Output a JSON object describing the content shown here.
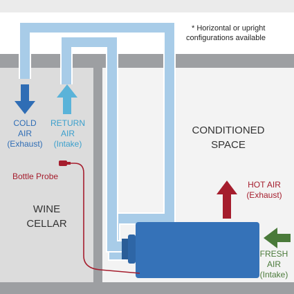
{
  "note": {
    "line1": "* Horizontal or upright",
    "line2": "configurations available"
  },
  "labels": {
    "cold_air": {
      "line1": "COLD",
      "line2": "AIR",
      "line3": "(Exhaust)"
    },
    "return_air": {
      "line1": "RETURN",
      "line2": "AIR",
      "line3": "(Intake)"
    },
    "bottle_probe": "Bottle Probe",
    "wine_cellar": {
      "line1": "WINE",
      "line2": "CELLAR"
    },
    "conditioned_space": {
      "line1": "CONDITIONED",
      "line2": "SPACE"
    },
    "hot_air": {
      "line1": "HOT AIR",
      "line2": "(Exhaust)"
    },
    "fresh_air": {
      "line1": "FRESH",
      "line2": "AIR",
      "line3": "(Intake)"
    }
  },
  "colors": {
    "cold_arrow": "#2f6db5",
    "return_arrow": "#5ab3d9",
    "hot_arrow": "#a51d2d",
    "fresh_arrow": "#4a7a3a",
    "probe": "#a51d2d",
    "unit": "#3572b8",
    "duct": "#a8cce8",
    "wall": "#9d9fa2"
  }
}
